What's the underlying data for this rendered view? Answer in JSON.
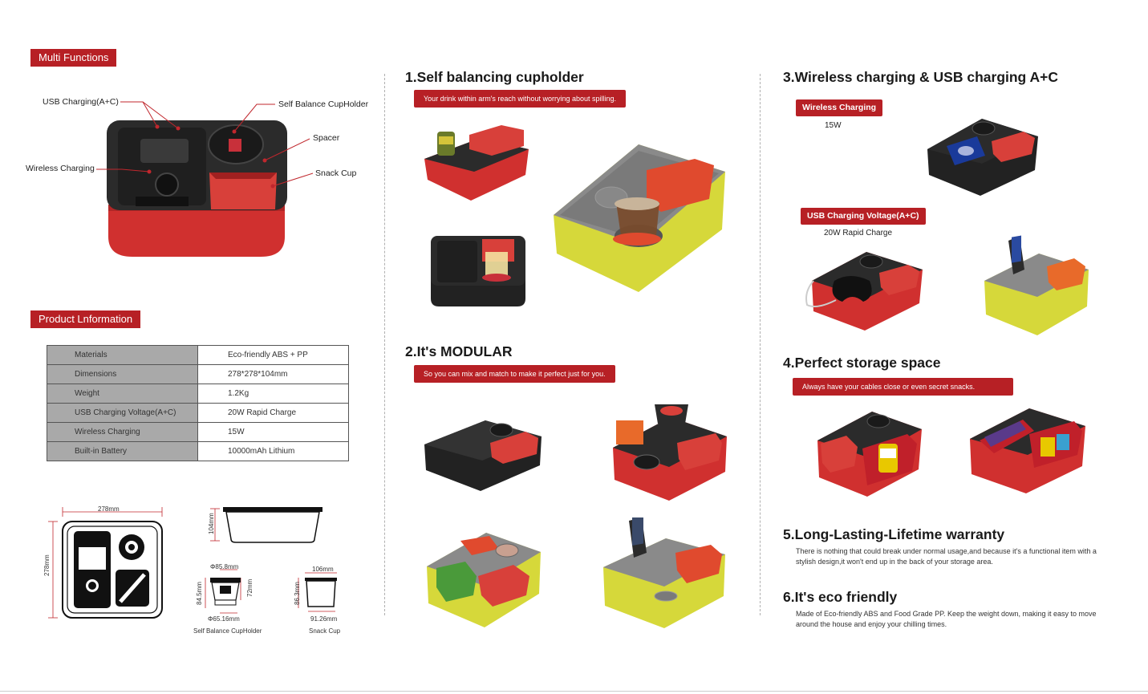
{
  "col1": {
    "multi_functions_tag": "Multi Functions",
    "callouts": {
      "usb": "USB Charging(A+C)",
      "cupholder": "Self Balance CupHolder",
      "spacer": "Spacer",
      "wireless": "Wireless Charging",
      "snack": "Snack Cup"
    },
    "product_info_tag": "Product Lnformation",
    "table": [
      {
        "k": "Materials",
        "v": "Eco-friendly ABS + PP"
      },
      {
        "k": "Dimensions",
        "v": "278*278*104mm"
      },
      {
        "k": "Weight",
        "v": "1.2Kg"
      },
      {
        "k": "USB Charging Voltage(A+C)",
        "v": "20W Rapid Charge"
      },
      {
        "k": "Wireless Charging",
        "v": "15W"
      },
      {
        "k": "Built-in Battery",
        "v": "10000mAh Lithium"
      }
    ],
    "dims": {
      "width": "278mm",
      "height": "278mm",
      "depth": "104mm",
      "cup_top": "Φ85.8mm",
      "cup_h1": "84.5mm",
      "cup_h2": "72mm",
      "cup_bottom": "Φ65.16mm",
      "cup_caption": "Self Balance CupHolder",
      "snack_top": "106mm",
      "snack_h": "86.3mm",
      "snack_bottom": "91.26mm",
      "snack_caption": "Snack Cup"
    }
  },
  "col2": {
    "s1_title": "1.Self balancing cupholder",
    "s1_ribbon": "Your drink within arm's reach without worrying about spilling.",
    "s2_title": "2.It's MODULAR",
    "s2_ribbon": "So you can mix and match to make it perfect just for you."
  },
  "col3": {
    "s3_title": "3.Wireless charging & USB charging A+C",
    "wireless_tag": "Wireless Charging",
    "wireless_value": "15W",
    "usb_tag": "USB Charging Voltage(A+C)",
    "usb_value": "20W Rapid Charge",
    "s4_title": "4.Perfect storage space",
    "s4_ribbon": "Always have your cables close or even secret snacks.",
    "s5_title": "5.Long-Lasting-Lifetime warranty",
    "s5_text": "There is nothing that could break under normal usage,and because it's a functional item with a stylish design,it won't end up in the back of your storage area.",
    "s6_title": "6.It's eco friendly",
    "s6_text": "Made of Eco-friendly ABS and Food Grade PP. Keep the weight down, making it easy to move around the house and enjoy your chilling times."
  },
  "colors": {
    "accent": "#b72025",
    "body_red": "#d0302f",
    "body_yellow": "#d9d83a",
    "tray_black": "#2b2b2b",
    "tray_gray": "#8a8a8a",
    "cup_red": "#d8403a",
    "cup_orange": "#e86a2a",
    "cup_green": "#4a9a3a"
  }
}
